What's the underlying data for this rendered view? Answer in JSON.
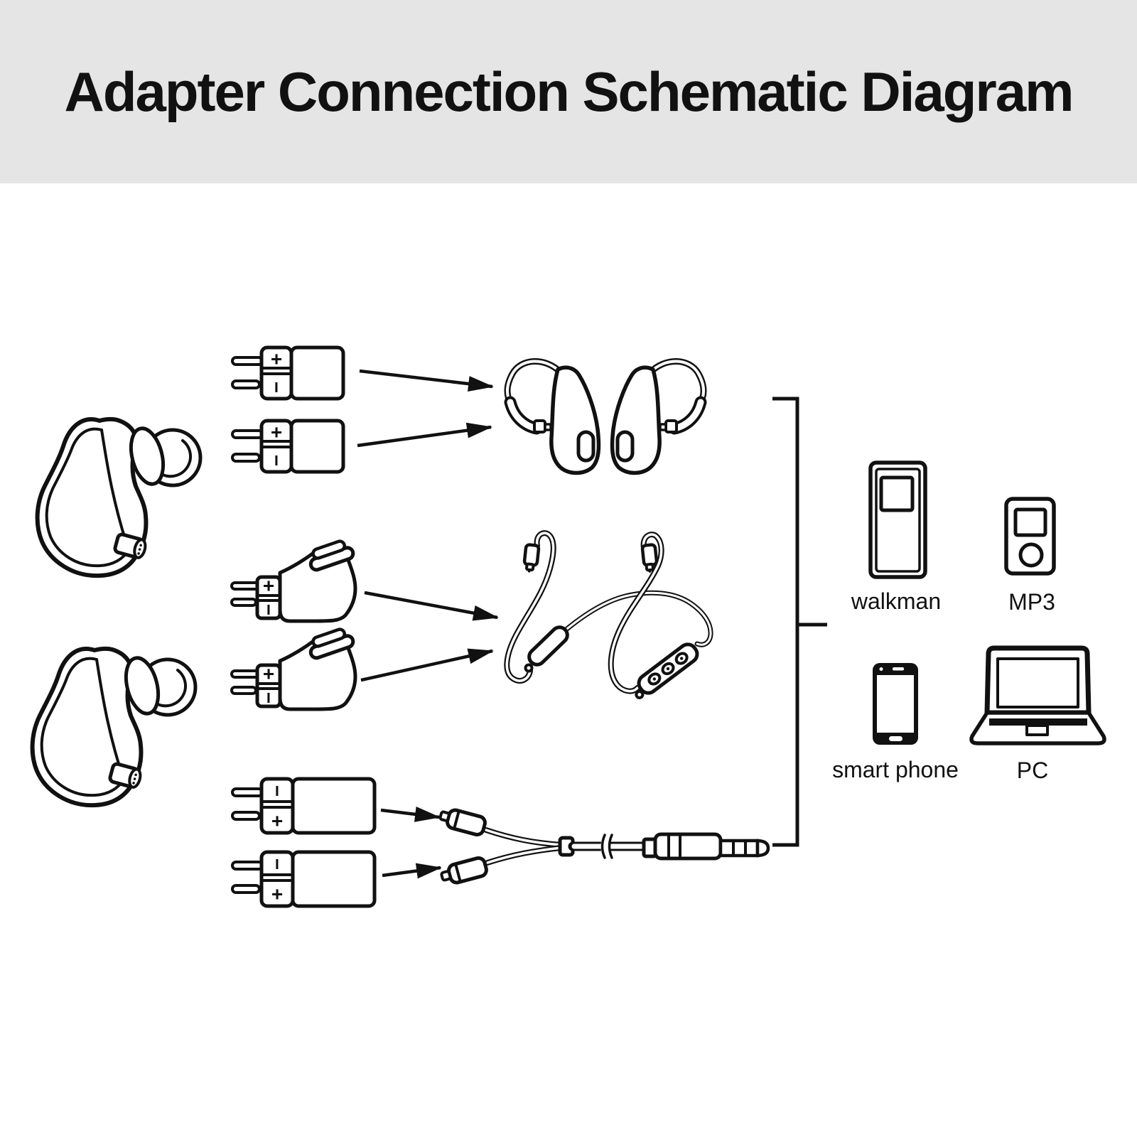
{
  "title": "Adapter Connection Schematic Diagram",
  "colors": {
    "banner_bg": "#e5e5e5",
    "ink": "#111111",
    "background": "#ffffff"
  },
  "source": {
    "earbuds_icon": "iem-earbud-icon",
    "count": 2
  },
  "adapters": {
    "straight_top_pair": {
      "count": 2,
      "top_mark": "+",
      "bottom_mark": "−",
      "icon": "straight-2pin-adapter-icon"
    },
    "angled_mid_pair": {
      "count": 2,
      "top_mark": "+",
      "bottom_mark": "−",
      "icon": "angled-2pin-adapter-icon"
    },
    "long_bottom_pair": {
      "count": 2,
      "top_mark": "−",
      "bottom_mark": "+",
      "icon": "long-2pin-adapter-icon"
    }
  },
  "receivers": {
    "ear_hooks_icon": "wireless-ear-hook-icon",
    "neckband_icon": "bluetooth-neckband-cable-icon",
    "aux_cable_icon": "aux-3.5mm-splitter-cable-icon"
  },
  "devices": {
    "walkman": {
      "label": "walkman",
      "icon": "walkman-player-icon"
    },
    "mp3": {
      "label": "MP3",
      "icon": "mp3-player-icon"
    },
    "smart_phone": {
      "label": "smart phone",
      "icon": "smartphone-icon"
    },
    "pc": {
      "label": "PC",
      "icon": "laptop-icon"
    }
  }
}
